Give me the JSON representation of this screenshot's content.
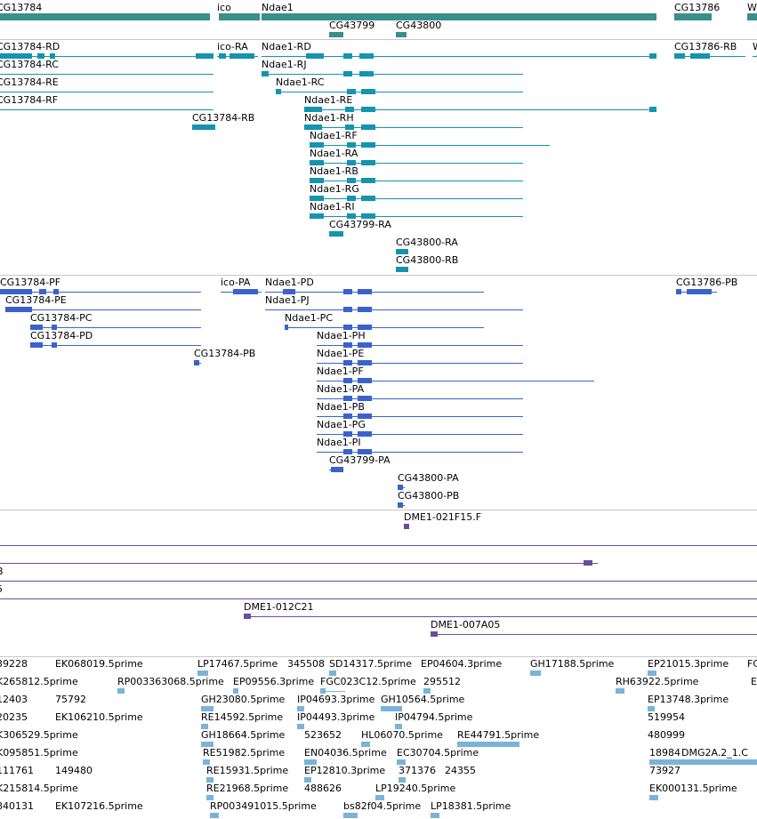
{
  "colors": {
    "gene": "#3a8e8c",
    "transcript": "#1494ae",
    "protein": "#3a62cc",
    "clone": "#6a4c9c",
    "est": "#7ab3d9",
    "separator": "#c8c8c8"
  },
  "tracks": {
    "genes": [
      {
        "label": "CG13784",
        "line": false,
        "color": "gene"
      },
      {
        "label": "ico",
        "line": false,
        "color": "gene"
      },
      {
        "label": "Ndae1",
        "line": false,
        "color": "gene"
      },
      {
        "label": "CG43799",
        "line": false,
        "color": "gene"
      },
      {
        "label": "CG43800",
        "line": false,
        "color": "gene"
      },
      {
        "label": "CG13786",
        "line": false,
        "color": "gene"
      },
      {
        "label": "W",
        "line": false,
        "color": "gene"
      }
    ],
    "transcripts": [
      {
        "label": "CG13784-RD"
      },
      {
        "label": "ico-RA"
      },
      {
        "label": "Ndae1-RD"
      },
      {
        "label": "CG13786-RB"
      },
      {
        "label": "W"
      },
      {
        "label": "CG13784-RC"
      },
      {
        "label": "Ndae1-RJ"
      },
      {
        "label": "CG13784-RE"
      },
      {
        "label": "Ndae1-RC"
      },
      {
        "label": "CG13784-RF"
      },
      {
        "label": "Ndae1-RE"
      },
      {
        "label": "CG13784-RB"
      },
      {
        "label": "Ndae1-RH"
      },
      {
        "label": "Ndae1-RF"
      },
      {
        "label": "Ndae1-RA"
      },
      {
        "label": "Ndae1-RB"
      },
      {
        "label": "Ndae1-RG"
      },
      {
        "label": "Ndae1-RI"
      },
      {
        "label": "CG43799-RA"
      },
      {
        "label": "CG43800-RA"
      },
      {
        "label": "CG43800-RB"
      }
    ],
    "proteins": [
      {
        "label": "CG13784-PF"
      },
      {
        "label": "ico-PA"
      },
      {
        "label": "Ndae1-PD"
      },
      {
        "label": "CG13786-PB"
      },
      {
        "label": "CG13784-PE"
      },
      {
        "label": "Ndae1-PJ"
      },
      {
        "label": "CG13784-PC"
      },
      {
        "label": "Ndae1-PC"
      },
      {
        "label": "CG13784-PD"
      },
      {
        "label": "Ndae1-PH"
      },
      {
        "label": "CG13784-PB"
      },
      {
        "label": "Ndae1-PE"
      },
      {
        "label": "Ndae1-PF"
      },
      {
        "label": "Ndae1-PA"
      },
      {
        "label": "Ndae1-PB"
      },
      {
        "label": "Ndae1-PG"
      },
      {
        "label": "Ndae1-PI"
      },
      {
        "label": "CG43799-PA"
      },
      {
        "label": "CG43800-PA"
      },
      {
        "label": "CG43800-PB"
      }
    ],
    "clones": [
      {
        "label": "DME1-021F15.F"
      },
      {
        "label": ""
      },
      {
        "label": ""
      },
      {
        "label": "B"
      },
      {
        "label": "5"
      },
      {
        "label": "DME1-012C21"
      },
      {
        "label": "DME1-007A05"
      }
    ],
    "ests": [
      {
        "label": "39228"
      },
      {
        "label": "EK068019.5prime"
      },
      {
        "label": "LP17467.5prime"
      },
      {
        "label": "345508"
      },
      {
        "label": "SD14317.5prime"
      },
      {
        "label": "EP04604.3prime"
      },
      {
        "label": "GH17188.5prime"
      },
      {
        "label": "EP21015.3prime"
      },
      {
        "label": "FC"
      },
      {
        "label": "K265812.5prime"
      },
      {
        "label": "RP003363068.5prime"
      },
      {
        "label": "EP09556.3prime"
      },
      {
        "label": "FGC023C12.5prime"
      },
      {
        "label": "295512"
      },
      {
        "label": "RH63922.5prime"
      },
      {
        "label": "E"
      },
      {
        "label": "12403"
      },
      {
        "label": "75792"
      },
      {
        "label": "GH23080.5prime"
      },
      {
        "label": "IP04693.3prime"
      },
      {
        "label": "GH10564.5prime"
      },
      {
        "label": "EP13748.3prime"
      },
      {
        "label": "20235"
      },
      {
        "label": "EK106210.5prime"
      },
      {
        "label": "RE14592.5prime"
      },
      {
        "label": "IP04493.3prime"
      },
      {
        "label": "IP04794.5prime"
      },
      {
        "label": "519954"
      },
      {
        "label": "K306529.5prime"
      },
      {
        "label": "GH18664.5prime"
      },
      {
        "label": "523652"
      },
      {
        "label": "HL06070.5prime"
      },
      {
        "label": "RE44791.5prime"
      },
      {
        "label": "480999"
      },
      {
        "label": "K095851.5prime"
      },
      {
        "label": "RE51982.5prime"
      },
      {
        "label": "EN04036.5prime"
      },
      {
        "label": "EC30704.5prime"
      },
      {
        "label": "18984"
      },
      {
        "label": "DMG2A.2_1.C"
      },
      {
        "label": "111761"
      },
      {
        "label": "149480"
      },
      {
        "label": "RE15931.5prime"
      },
      {
        "label": "EP12810.3prime"
      },
      {
        "label": "371376"
      },
      {
        "label": "24355"
      },
      {
        "label": "73927"
      },
      {
        "label": "K215814.5prime"
      },
      {
        "label": "RE21968.5prime"
      },
      {
        "label": "488626"
      },
      {
        "label": "LP19240.5prime"
      },
      {
        "label": "EK000131.5prime"
      },
      {
        "label": "840131"
      },
      {
        "label": "EK107216.5prime"
      },
      {
        "label": "RP003491015.5prime"
      },
      {
        "label": "bs82f04.5prime"
      },
      {
        "label": "LP18381.5prime"
      }
    ]
  }
}
